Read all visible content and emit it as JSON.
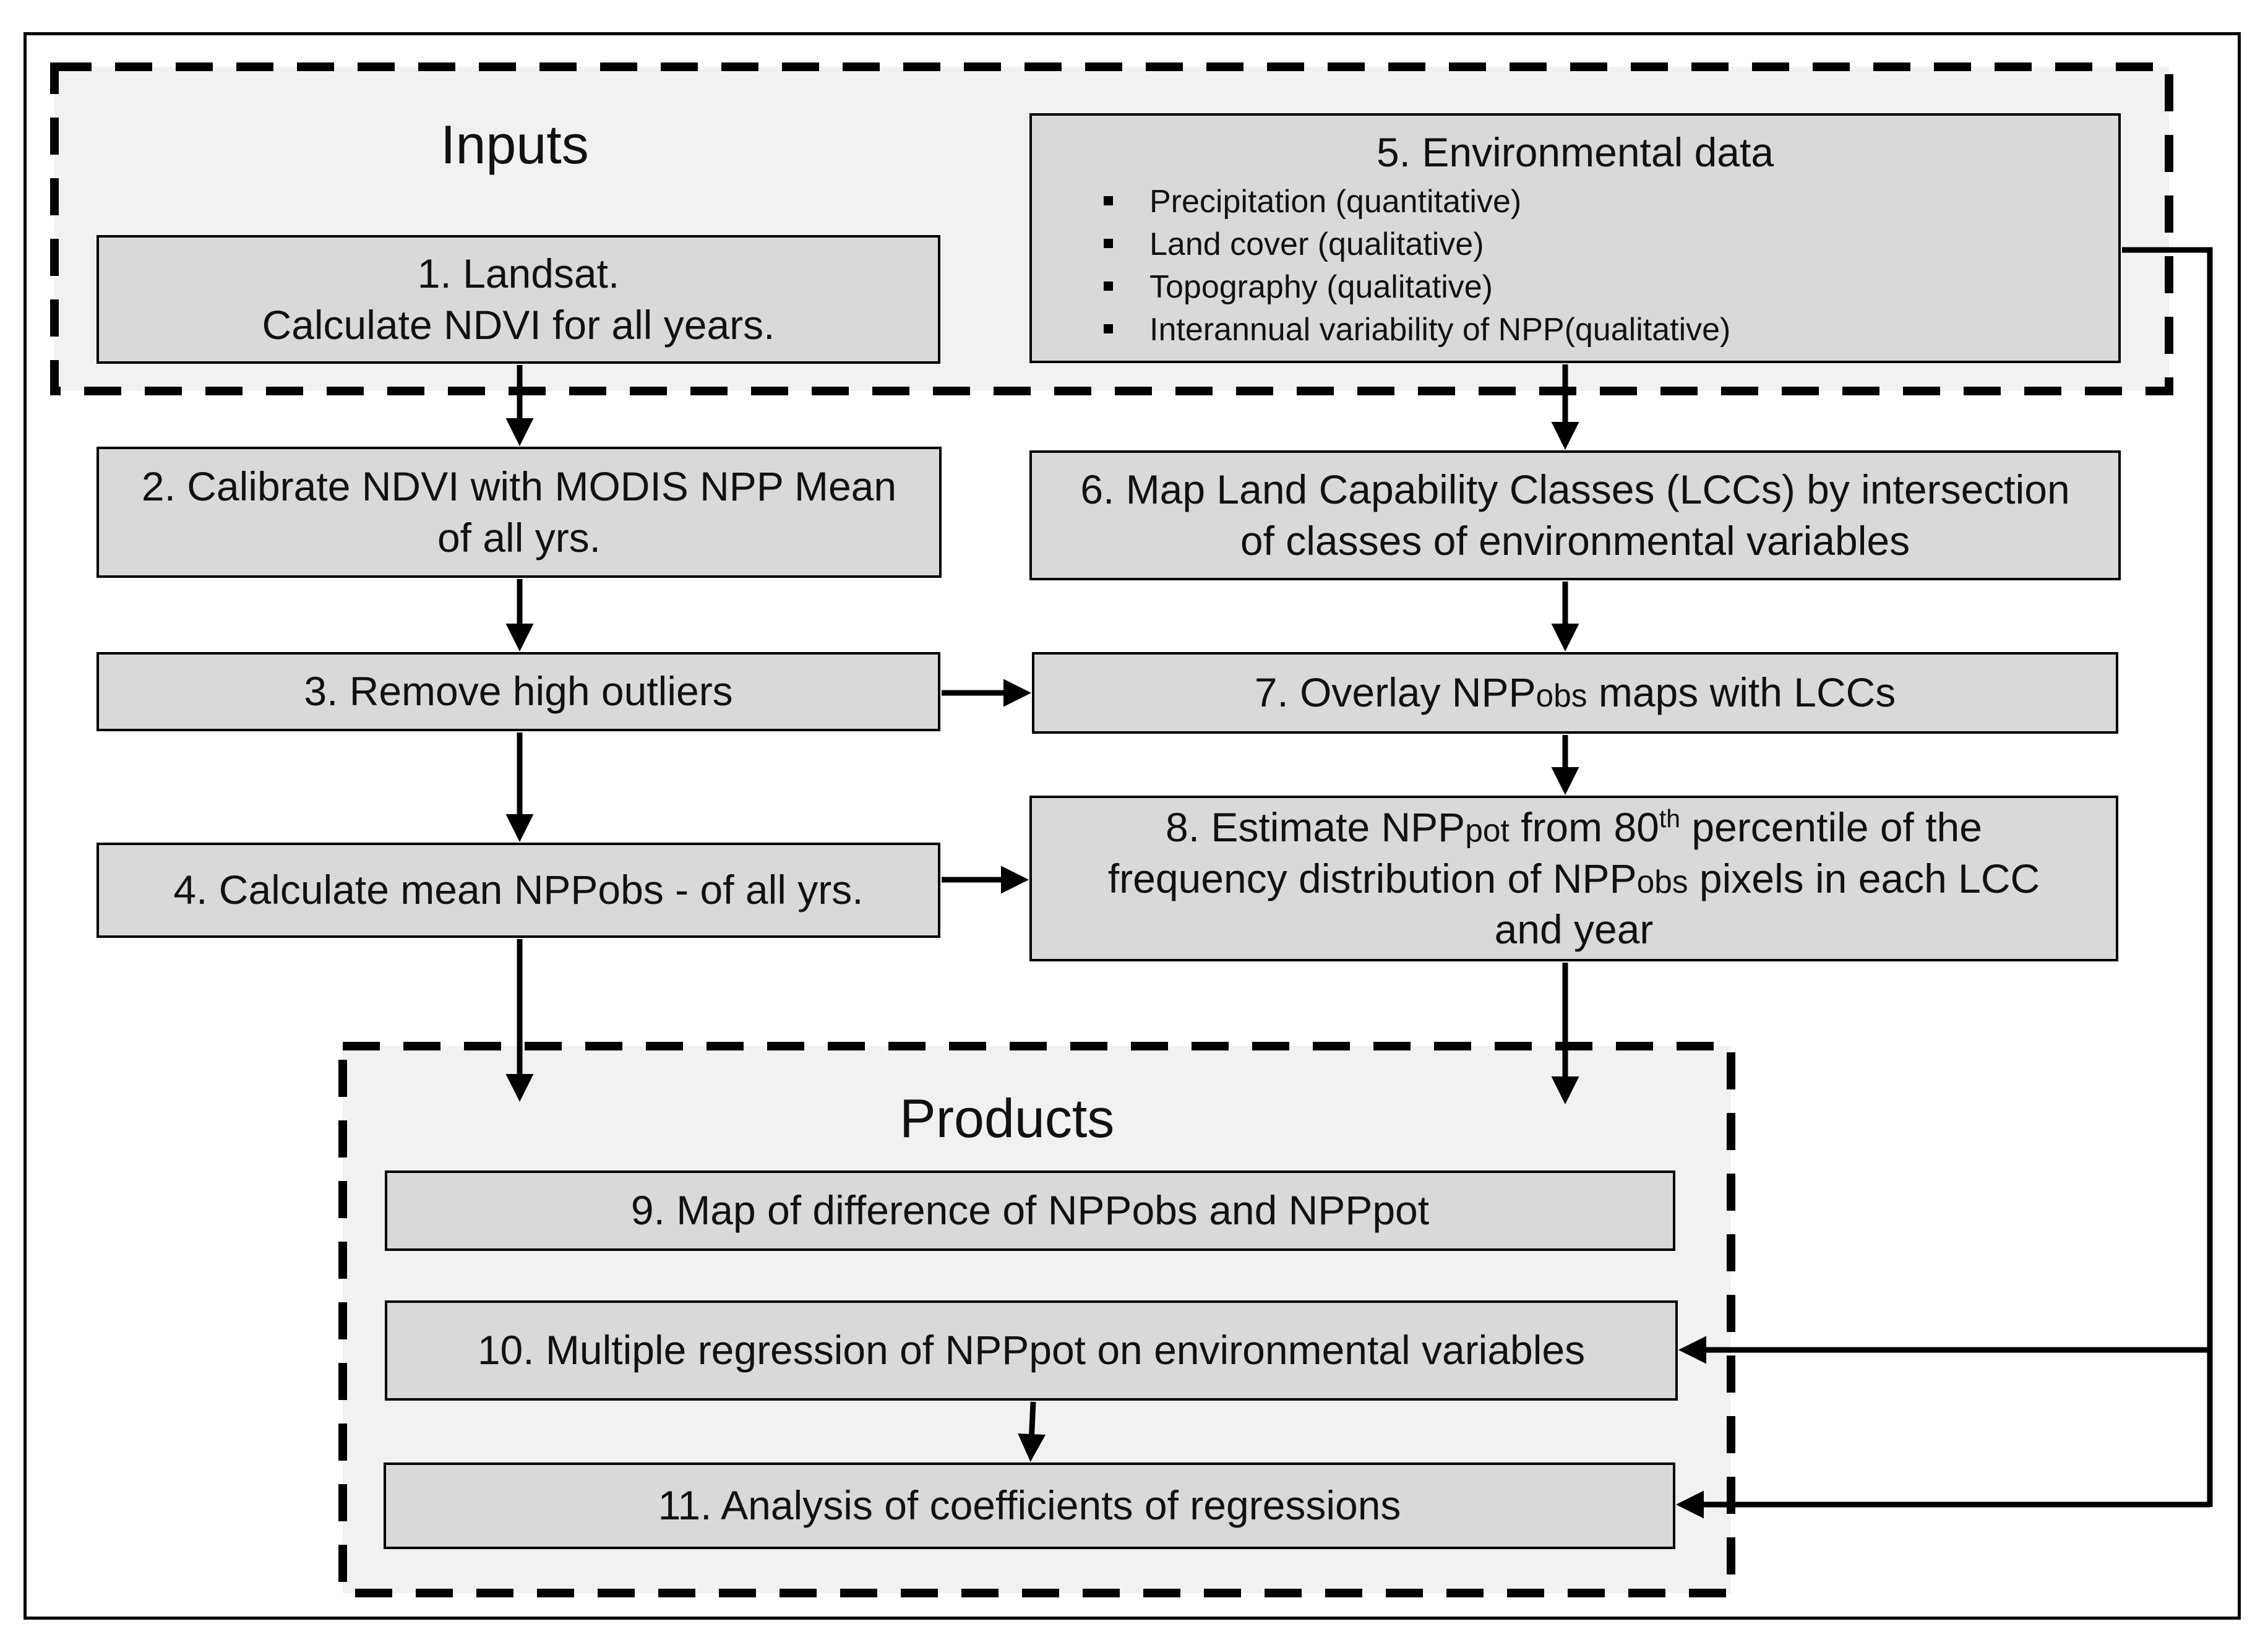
{
  "groups": {
    "inputs": {
      "title": "Inputs"
    },
    "products": {
      "title": "Products"
    }
  },
  "steps": {
    "s1": {
      "line1": "1.   Landsat.",
      "line2": "Calculate NDVI for all years."
    },
    "s2": {
      "line1": "2. Calibrate NDVI with MODIS NPP Mean",
      "line2": "of all yrs."
    },
    "s3": {
      "text": "3. Remove high outliers"
    },
    "s4": {
      "text": "4. Calculate mean NPPobs - of all yrs."
    },
    "s5": {
      "title": "5. Environmental data",
      "items": [
        "Precipitation (quantitative)",
        "Land cover (qualitative)",
        "Topography (qualitative)",
        "Interannual variability of NPP(qualitative)"
      ]
    },
    "s6": {
      "line1": "6. Map Land Capability Classes (LCCs) by intersection",
      "line2": "of classes of environmental variables"
    },
    "s7": {
      "pre": "7. Overlay NPP",
      "sub": "obs",
      "post": " maps with LCCs"
    },
    "s8": {
      "l1_pre": "8. Estimate NPP",
      "l1_sub": "pot",
      "l1_mid": " from 80",
      "l1_sup": "th",
      "l1_post": " percentile of the",
      "l2_pre": "frequency distribution of NPP",
      "l2_sub": "obs",
      "l2_post": " pixels in each LCC",
      "l3": "and year"
    },
    "s9": {
      "text": "9. Map of difference of NPPobs and NPPpot"
    },
    "s10": {
      "text": "10. Multiple regression of NPPpot on environmental variables"
    },
    "s11": {
      "text": "11.  Analysis of coefficients of regressions"
    }
  }
}
